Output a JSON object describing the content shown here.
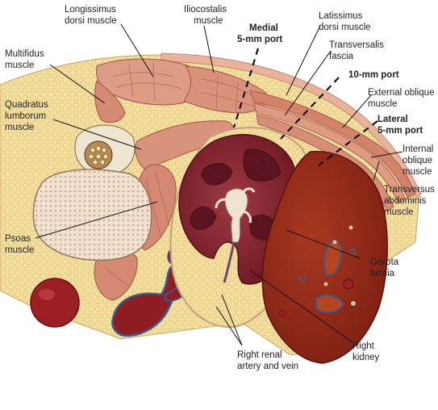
{
  "labels": {
    "longissimus": [
      "Longissimus",
      "dorsi muscle"
    ],
    "iliocostalis": [
      "Iliocostalis",
      "muscle"
    ],
    "latissimus": [
      "Latissimus",
      "dorsi muscle"
    ],
    "multifidus": [
      "Multifidus",
      "muscle"
    ],
    "medial_port": [
      "Medial",
      "5-mm port"
    ],
    "transversalis": [
      "Transversalis",
      "fascia"
    ],
    "port_10mm": "10-mm port",
    "quadratus": [
      "Quadratus",
      "lumborum",
      "muscle"
    ],
    "external_oblique": [
      "External oblique",
      "muscle"
    ],
    "lateral_port": [
      "Lateral",
      "5-mm port"
    ],
    "internal_oblique": [
      "Internal",
      "oblique",
      "muscle"
    ],
    "transversus": [
      "Transversus",
      "abdominis",
      "muscle"
    ],
    "psoas": [
      "Psoas",
      "muscle"
    ],
    "gerota": [
      "Gerota",
      "fascia"
    ],
    "right_kidney": [
      "Right",
      "kidney"
    ],
    "renal_vessels": [
      "Right renal",
      "artery and vein"
    ]
  },
  "colors": {
    "fat": "#f3dfa0",
    "muscle": "#dc9c86",
    "muscle_dark": "#c0705c",
    "kidney": "#7a1f2a",
    "liver": "#8e2417",
    "vessel": "#9c1f24",
    "bone": "#efe6d2"
  }
}
